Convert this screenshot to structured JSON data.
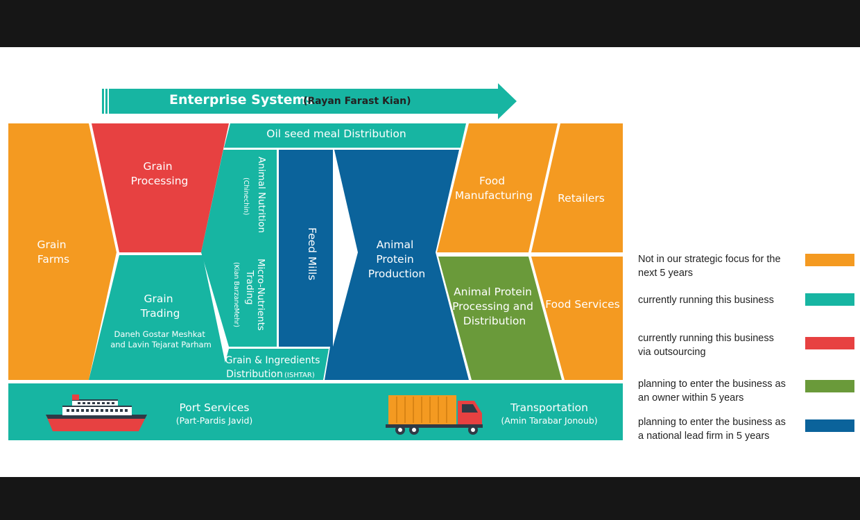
{
  "header": {
    "title": "Enterprise Systems",
    "subtitle": "(Rayan Farast Kian)"
  },
  "blocks": {
    "grain_farms": [
      "Grain",
      "Farms"
    ],
    "grain_processing": [
      "Grain",
      "Processing"
    ],
    "oilseed": "Oil seed meal Distribution",
    "grain_trading": [
      "Grain",
      "Trading"
    ],
    "grain_trading_company": [
      "Daneh Gostar Meshkat",
      "and Lavin Tejarat Parham"
    ],
    "animal_nutrition": "Animal Nutrition",
    "animal_nutrition_company": "(Chinechin)",
    "micro_nutrients": [
      "Micro-Nutrients",
      "Trading"
    ],
    "micro_nutrients_company": "(Kian BarzaneMehr)",
    "feed_mills": "Feed Mills",
    "grain_ingredients": [
      "Grain & Ingredients",
      "Distribution"
    ],
    "grain_ingredients_company": "(ISHTAR)",
    "animal_protein_production": [
      "Animal",
      "Protein",
      "Production"
    ],
    "food_manufacturing": [
      "Food",
      "Manufacturing"
    ],
    "retailers": "Retailers",
    "animal_protein_processing": [
      "Animal Protein",
      "Processing and",
      "Distribution"
    ],
    "food_services": "Food Services",
    "port_services": "Port Services",
    "port_services_company": "(Part-Pardis Javid)",
    "transportation": "Transportation",
    "transportation_company": "(Amin Tarabar Jonoub)"
  },
  "colors": {
    "orange": "#f49a21",
    "teal": "#17b5a2",
    "red": "#e74141",
    "green": "#6a9a3a",
    "blue": "#0b639b",
    "band_dark": "#161616"
  },
  "icons": [
    "ship-icon",
    "truck-icon"
  ],
  "legend": [
    {
      "text": "Not in our strategic focus for the\nnext 5 years",
      "color": "#f49a21"
    },
    {
      "text": "currently running this business",
      "color": "#17b5a2"
    },
    {
      "text": "currently running this business\n via outsourcing",
      "color": "#e74141"
    },
    {
      "text": "planning to enter the business as\nan owner within 5 years",
      "color": "#6a9a3a"
    },
    {
      "text": "planning to enter the business as\na national  lead firm  in 5 years",
      "color": "#0b639b"
    }
  ]
}
